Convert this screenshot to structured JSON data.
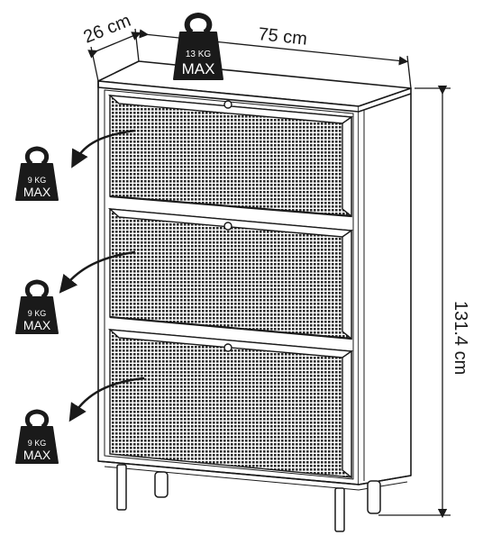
{
  "dimensions": {
    "depth": "26 cm",
    "width": "75 cm",
    "height": "131.4 cm"
  },
  "top_load": {
    "value": "13 KG",
    "label": "MAX"
  },
  "drawers": [
    {
      "value": "9 KG",
      "label": "MAX"
    },
    {
      "value": "9 KG",
      "label": "MAX"
    },
    {
      "value": "9 KG",
      "label": "MAX"
    }
  ],
  "icons": {
    "weight": "kettlebell-weight-icon",
    "pull": "curved-arrow-icon"
  },
  "colors": {
    "line": "#1a1a1a",
    "weight_fill": "#1a1a1a",
    "rattan": "#3a3a3a"
  }
}
